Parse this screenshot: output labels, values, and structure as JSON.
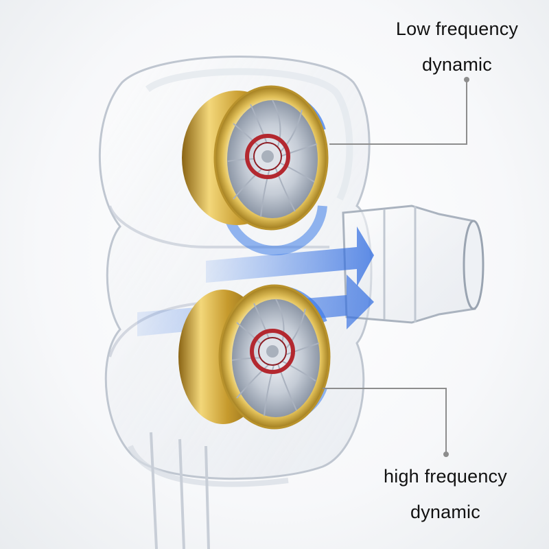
{
  "callouts": {
    "low": {
      "line1": "Low frequency",
      "line2": "dynamic"
    },
    "high": {
      "line1": "high frequency",
      "line2": "dynamic"
    }
  },
  "colors": {
    "gold": "#d9b543",
    "arrow_blue": "#3d7be8",
    "coil_red": "#b3282f",
    "shell": "#c9ced6",
    "leader_line": "#8d8d8d"
  },
  "icons": {
    "upper_driver": "low-frequency-driver-icon",
    "lower_driver": "high-frequency-driver-icon"
  }
}
